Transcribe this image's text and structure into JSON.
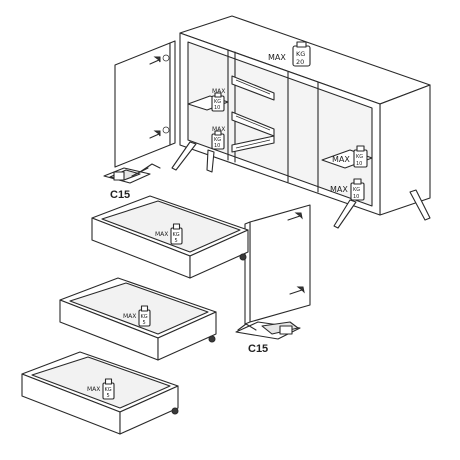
{
  "weights": {
    "top": {
      "max": "MAX",
      "unit": "KG",
      "value": "20"
    },
    "left_shelf_upper": {
      "max": "MAX",
      "unit": "KG",
      "value": "10"
    },
    "left_shelf_lower": {
      "max": "MAX",
      "unit": "KG",
      "value": "10"
    },
    "right_shelf_upper": {
      "max": "MAX",
      "unit": "KG",
      "value": "10"
    },
    "right_shelf_lower": {
      "max": "MAX",
      "unit": "KG",
      "value": "10"
    },
    "drawer_1": {
      "max": "MAX",
      "unit": "KG",
      "value": "5"
    },
    "drawer_2": {
      "max": "MAX",
      "unit": "KG",
      "value": "5"
    },
    "drawer_3": {
      "max": "MAX",
      "unit": "KG",
      "value": "5"
    }
  },
  "part_labels": {
    "hinge_left": "C15",
    "hinge_right": "C15"
  }
}
